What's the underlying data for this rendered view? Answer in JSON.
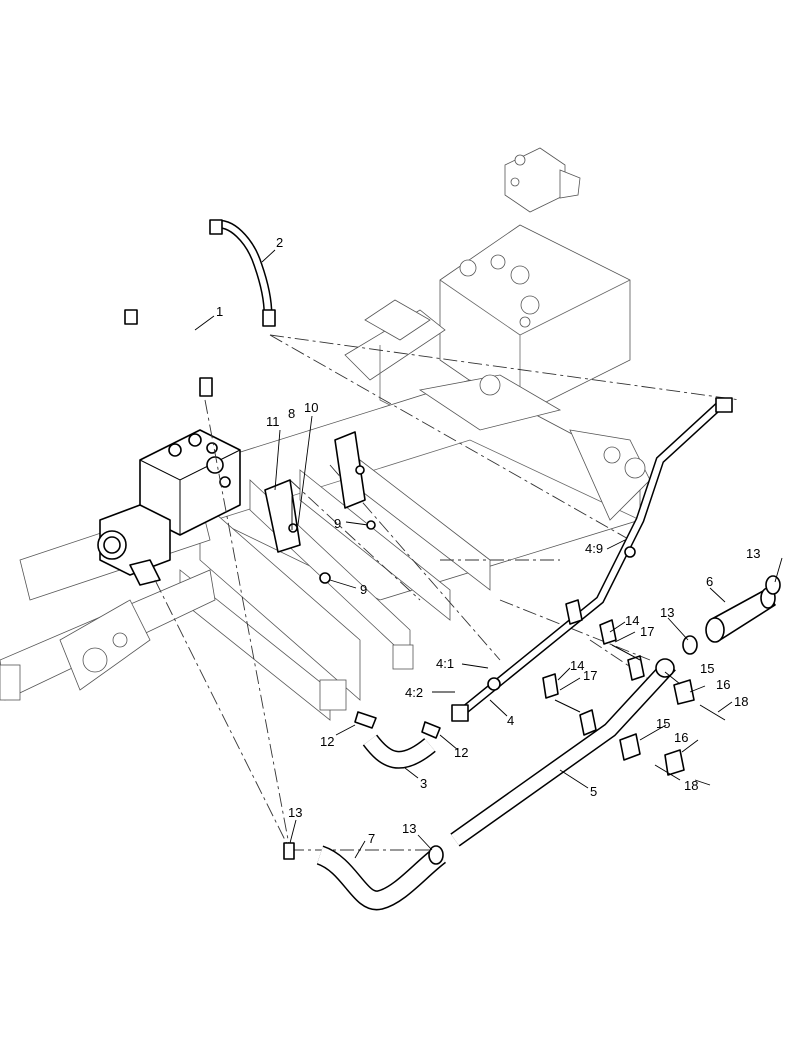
{
  "callouts": {
    "c1": "1",
    "c2": "2",
    "c3": "3",
    "c4": "4",
    "c4_1": "4:1",
    "c4_2": "4:2",
    "c4_9": "4:9",
    "c5": "5",
    "c6": "6",
    "c7": "7",
    "c8": "8",
    "c9a": "9",
    "c9b": "9",
    "c10": "10",
    "c11": "11",
    "c12a": "12",
    "c12b": "12",
    "c13a": "13",
    "c13b": "13",
    "c13c": "13",
    "c13d": "13",
    "c14a": "14",
    "c14b": "14",
    "c15a": "15",
    "c15b": "15",
    "c16a": "16",
    "c16b": "16",
    "c17a": "17",
    "c17b": "17",
    "c18a": "18",
    "c18b": "18"
  }
}
